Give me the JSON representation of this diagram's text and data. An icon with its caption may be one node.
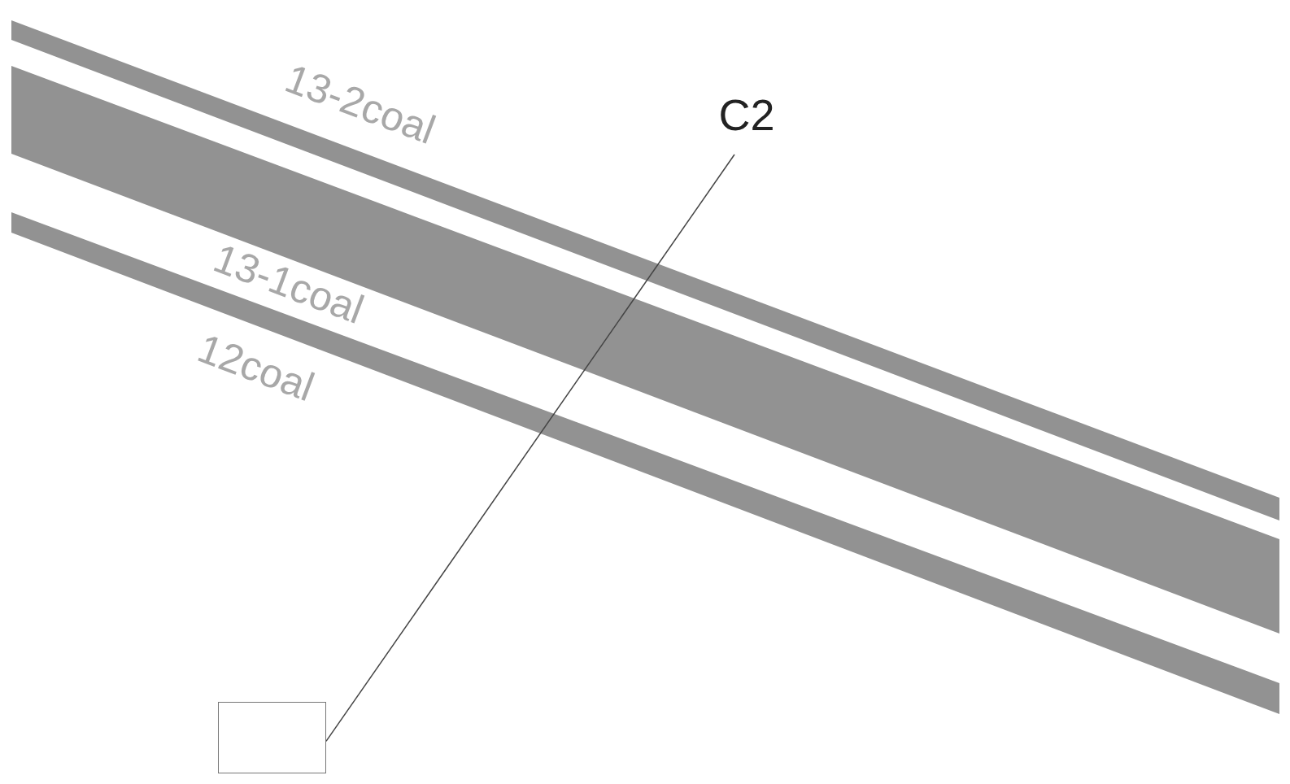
{
  "diagram": {
    "nodes": [
      {
        "text": [
          "C2"
        ]
      },
      {
        "text": [],
        "shape": "box"
      }
    ],
    "edges": [
      {
        "from": 1,
        "to": 0,
        "arrow": "none"
      }
    ],
    "labels": [
      "13-2coal",
      "13-1coal",
      "12coal"
    ]
  }
}
